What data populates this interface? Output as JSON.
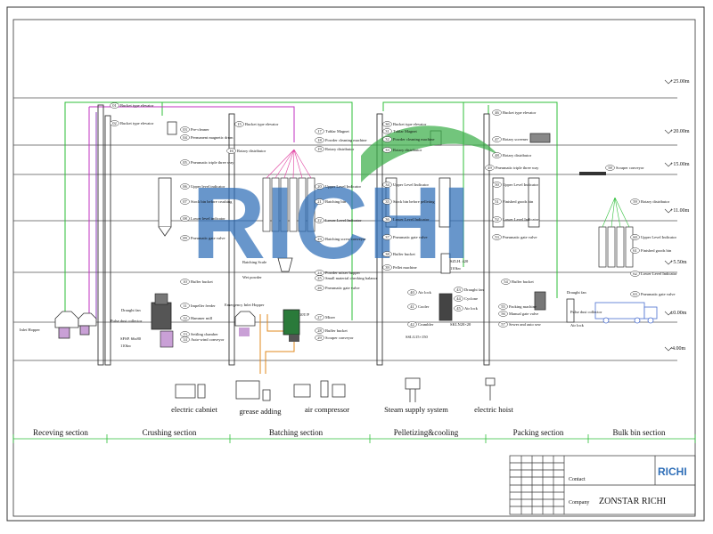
{
  "levels": [
    {
      "label": "+25.00m"
    },
    {
      "label": "+20.00m"
    },
    {
      "label": "+15.00m"
    },
    {
      "label": "+11.00m"
    },
    {
      "label": "+5.50m"
    },
    {
      "label": "±0.00m"
    },
    {
      "label": "-4.00m"
    }
  ],
  "sections": [
    {
      "label": "Receving section"
    },
    {
      "label": "Crushing section"
    },
    {
      "label": "Batching section"
    },
    {
      "label": "Pelletizing&cooling"
    },
    {
      "label": "Packing section"
    },
    {
      "label": "Bulk bin section"
    }
  ],
  "utilities": [
    {
      "label": "electric cabniet"
    },
    {
      "label": "grease adding"
    },
    {
      "label": "air compressor"
    },
    {
      "label": "Steam supply system"
    },
    {
      "label": "electric hoist"
    }
  ],
  "equipment": {
    "receiving": [
      {
        "num": "01",
        "label": "Bucket type elevator"
      },
      {
        "label": "Inlet Hopper"
      }
    ],
    "crushing": [
      {
        "num": "02",
        "label": "Bucket type elevator"
      },
      {
        "num": "03",
        "label": "Pre-cleaner"
      },
      {
        "num": "04",
        "label": "Permanent magnetic drum"
      },
      {
        "num": "05",
        "label": "Pneumatic triple three way"
      },
      {
        "num": "06",
        "label": "Upper level indicator"
      },
      {
        "num": "07",
        "label": "Stock bin before crushing"
      },
      {
        "num": "08",
        "label": "Lower level indicator"
      },
      {
        "num": "09",
        "label": "Pneumatic gate valve"
      },
      {
        "num": "10",
        "label": "Buffer bucket"
      },
      {
        "label": "Draught fan"
      },
      {
        "label": "Pulse dust collector"
      },
      {
        "num": "11",
        "label": "Impeller feeder"
      },
      {
        "num": "12",
        "label": "Hammer mill"
      },
      {
        "num": "13",
        "label": "Settling chamber"
      },
      {
        "num": "14",
        "label": "Auto-wind conveyor"
      },
      {
        "label": "SFSP. 66x80"
      },
      {
        "label": "110kw"
      }
    ],
    "batching": [
      {
        "num": "15",
        "label": "Bucket type elevator"
      },
      {
        "num": "16",
        "label": "Rotary distributor"
      },
      {
        "num": "17",
        "label": "Tublar Magnet"
      },
      {
        "num": "18",
        "label": "Powder cleaning machine"
      },
      {
        "num": "19",
        "label": "Rotary distributor"
      },
      {
        "num": "20",
        "label": "Upper Level Indicator"
      },
      {
        "num": "21",
        "label": "Batching bin"
      },
      {
        "num": "22",
        "label": "Lower Level Indicator"
      },
      {
        "num": "23",
        "label": "Batching screw conveyor"
      },
      {
        "label": "Batching Scale"
      },
      {
        "label": "Wet powder"
      },
      {
        "num": "24",
        "label": "Powder mixer hopper"
      },
      {
        "num": "25",
        "label": "Small material checking balance"
      },
      {
        "num": "26",
        "label": "Pneumatic gate valve"
      },
      {
        "label": "Emergency Inlet Hopper"
      },
      {
        "label": "10T/P"
      },
      {
        "num": "27",
        "label": "Mixer"
      },
      {
        "num": "28",
        "label": "Buffer bucket"
      },
      {
        "num": "29",
        "label": "Scraper conveyor"
      }
    ],
    "pelletizing": [
      {
        "num": "30",
        "label": "Bucket type elevator"
      },
      {
        "num": "31",
        "label": "Tublar Magnet"
      },
      {
        "num": "32",
        "label": "Powder cleaning machine"
      },
      {
        "num": "33",
        "label": "Rotary distributor"
      },
      {
        "num": "34",
        "label": "Upper Level Indicator"
      },
      {
        "num": "35",
        "label": "Stock bin before pelleting"
      },
      {
        "num": "36",
        "label": "Lower Level Indicator"
      },
      {
        "num": "37",
        "label": "Pneumatic gate valve"
      },
      {
        "num": "38",
        "label": "Buffer bucket"
      },
      {
        "num": "39",
        "label": "Pellet machine"
      },
      {
        "label": "SZLH. 420"
      },
      {
        "label": "110kw"
      },
      {
        "num": "40",
        "label": "Air lock"
      },
      {
        "num": "41",
        "label": "Cooler"
      },
      {
        "num": "42",
        "label": "Crumbler"
      },
      {
        "num": "43",
        "label": "Draught fan"
      },
      {
        "num": "44",
        "label": "Cyclone"
      },
      {
        "num": "45",
        "label": "Air lock"
      },
      {
        "label": "SSLG15×150"
      },
      {
        "label": "SKLN20×20"
      }
    ],
    "packing": [
      {
        "num": "46",
        "label": "Bucket type elevator"
      },
      {
        "num": "47",
        "label": "Rotary screener"
      },
      {
        "num": "48",
        "label": "Rotary distributor"
      },
      {
        "num": "49",
        "label": "Pneumatic triple three way"
      },
      {
        "num": "50",
        "label": "Upper Level Indicator"
      },
      {
        "num": "51",
        "label": "Finished goods bin"
      },
      {
        "num": "52",
        "label": "Lower Level Indicator"
      },
      {
        "num": "53",
        "label": "Pneumatic gate valve"
      },
      {
        "num": "54",
        "label": "Buffer bucket"
      },
      {
        "num": "55",
        "label": "Packing machine"
      },
      {
        "num": "56",
        "label": "Manual gate valve"
      },
      {
        "num": "57",
        "label": "Sewer and auto sew"
      },
      {
        "label": "Draught fan"
      },
      {
        "label": "Pulse dust collector"
      },
      {
        "label": "Air lock"
      }
    ],
    "bulk": [
      {
        "num": "58",
        "label": "Scraper conveyor"
      },
      {
        "num": "59",
        "label": "Rotary distributor"
      },
      {
        "num": "60",
        "label": "Upper Level Indicator"
      },
      {
        "num": "61",
        "label": "Finished goods bin"
      },
      {
        "num": "62",
        "label": "Lower Level Indicator"
      },
      {
        "num": "63",
        "label": "Pneumatic gate valve"
      }
    ]
  },
  "title_block": {
    "contact_label": "Contact",
    "company_label": "Company",
    "company_name": "ZONSTAR RICHI",
    "logo_text": "RICHI"
  },
  "watermark": {
    "text": "RICHI"
  },
  "colors": {
    "line": "#333333",
    "level_line": "#555555",
    "green_pipe": "#2fbf3a",
    "magenta_pipe": "#c030c0",
    "orange_pipe": "#e08a1e",
    "violet_pipe": "#8a3ab8",
    "wm_blue": "#2f6fb8",
    "wm_green": "#3cb04a"
  }
}
